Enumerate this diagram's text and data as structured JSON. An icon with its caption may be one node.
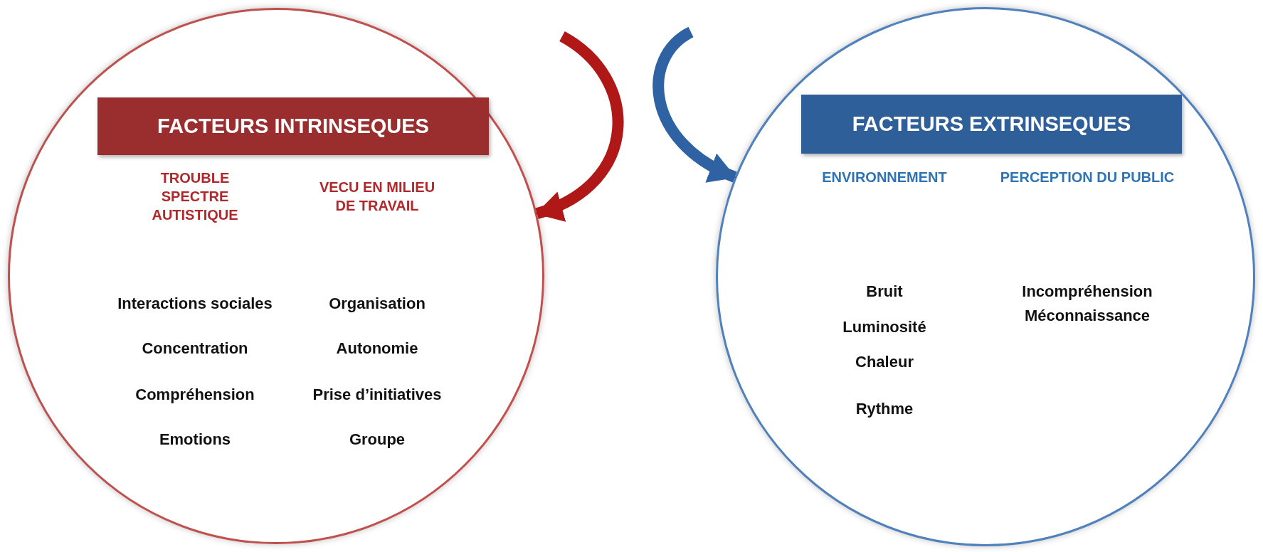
{
  "diagram": {
    "nodes": [
      {
        "text": [],
        "shape": "circle"
      },
      {
        "text": [
          "FACTEURS INTRINSEQUES"
        ],
        "in": 0
      },
      {
        "text": [],
        "shape": "circle"
      },
      {
        "text": [
          "FACTEURS EXTRINSEQUES"
        ],
        "in": 2
      }
    ],
    "edges": [
      {
        "from": null,
        "to": 0,
        "arrow": "to",
        "color": "#b01818"
      },
      {
        "from": null,
        "to": 2,
        "arrow": "to",
        "color": "#2f62a3"
      }
    ],
    "labels": [
      "TROUBLE SPECTRE AUTISTIQUE",
      "VECU EN MILIEU DE TRAVAIL",
      "Interactions sociales",
      "Organisation",
      "Concentration",
      "Autonomie",
      "Compréhension",
      "Prise d’initiatives",
      "Emotions",
      "Groupe",
      "ENVIRONNEMENT",
      "PERCEPTION DU PUBLIC",
      "Bruit",
      "Incompréhension",
      "Luminosité",
      "Méconnaissance",
      "Chaleur",
      "Rythme"
    ]
  }
}
